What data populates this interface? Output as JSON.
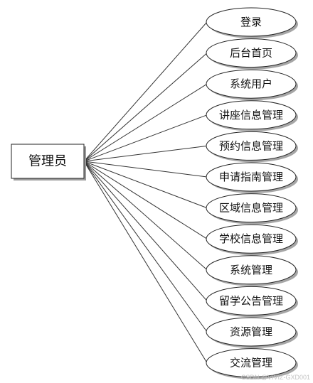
{
  "root": {
    "label": "管理员"
  },
  "nodes": [
    {
      "id": "login",
      "label": "登录"
    },
    {
      "id": "admin-home",
      "label": "后台首页"
    },
    {
      "id": "system-users",
      "label": "系统用户"
    },
    {
      "id": "lecture-info-mgmt",
      "label": "讲座信息管理"
    },
    {
      "id": "booking-info-mgmt",
      "label": "预约信息管理"
    },
    {
      "id": "application-guide-mgmt",
      "label": "申请指南管理"
    },
    {
      "id": "region-info-mgmt",
      "label": "区域信息管理"
    },
    {
      "id": "school-info-mgmt",
      "label": "学校信息管理"
    },
    {
      "id": "system-mgmt",
      "label": "系统管理"
    },
    {
      "id": "study-abroad-notice-mgmt",
      "label": "留学公告管理"
    },
    {
      "id": "resource-mgmt",
      "label": "资源管理"
    },
    {
      "id": "exchange-mgmt",
      "label": "交流管理"
    }
  ],
  "watermark": "CSDN @VIVIZ-GXD001"
}
